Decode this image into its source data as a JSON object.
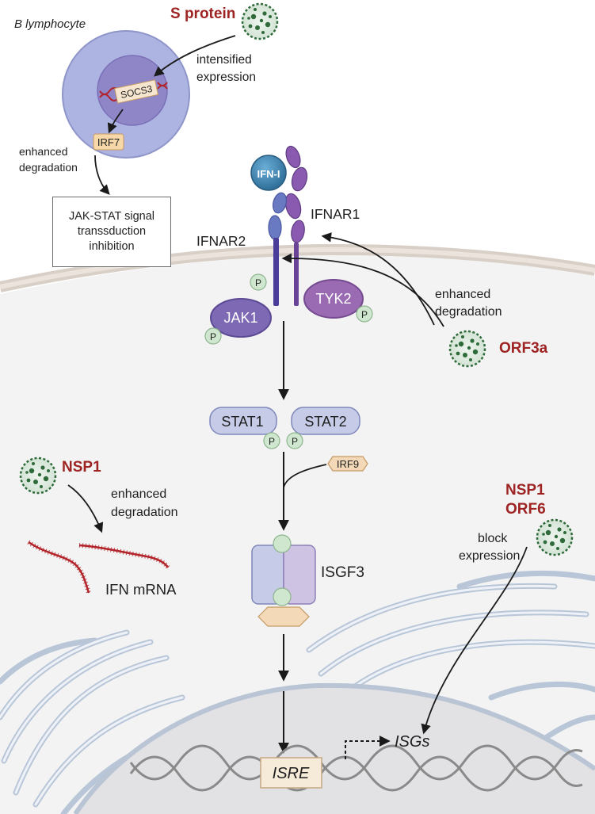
{
  "b_lymphocyte": {
    "cell_label": "B lymphocyte",
    "s_protein": "S protein",
    "intensified_1": "intensified",
    "intensified_2": "expression",
    "socs3": "SOCS3",
    "irf7": "IRF7",
    "degr_1": "enhanced",
    "degr_2": "degradation",
    "box_lines": [
      "JAK-STAT signal",
      "transsduction",
      "inhibition"
    ]
  },
  "receptor": {
    "ifn": "IFN-I",
    "ifnar1": "IFNAR1",
    "ifnar2": "IFNAR2",
    "jak1": "JAK1",
    "tyk2": "TYK2",
    "p": "P"
  },
  "orf3a": {
    "name": "ORF3a",
    "degr_1": "enhanced",
    "degr_2": "degradation"
  },
  "stat": {
    "stat1": "STAT1",
    "stat2": "STAT2",
    "irf9": "IRF9",
    "isgf3": "ISGF3"
  },
  "nsp1": {
    "name": "NSP1",
    "degr_1": "enhanced",
    "degr_2": "degradation",
    "mrna": "IFN mRNA"
  },
  "nsp1_orf6": {
    "name_1": "NSP1",
    "name_2": "ORF6",
    "block_1": "block",
    "block_2": "expression"
  },
  "nucleus": {
    "isre": "ISRE",
    "isgs": "ISGs"
  },
  "colors": {
    "virus_red": "#9e2323",
    "virus_green": "#2f6b3a",
    "receptor_purple": "#6a4a9c",
    "stat_blue": "#c6cbe8",
    "irf_tan": "#f3d9b8",
    "cytoplasm": "#f2f2f2",
    "nucleus": "#e0e0e2"
  }
}
